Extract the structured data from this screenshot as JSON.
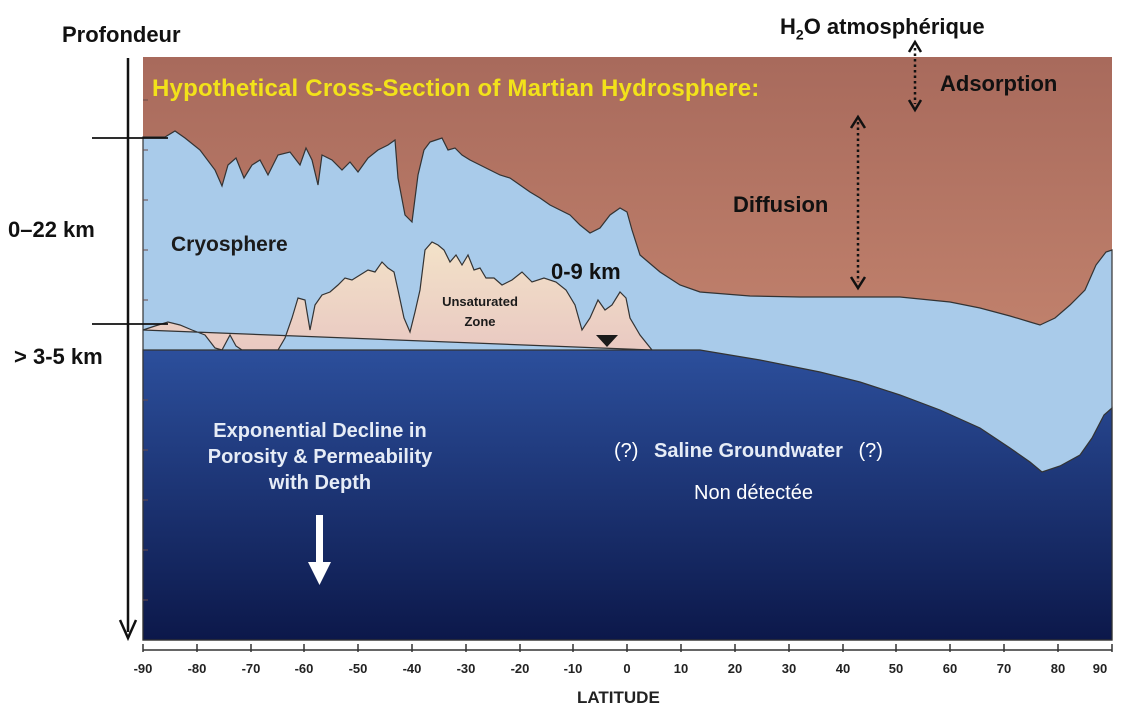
{
  "annotations": {
    "depth_label": "Profondeur",
    "depth_range_1": "0–22  km",
    "depth_range_2": "> 3-5 km",
    "atmospheric_water_prefix": "H",
    "atmospheric_water_subscript": "2",
    "atmospheric_water_suffix": "O atmosphérique",
    "adsorption": "Adsorption",
    "diffusion": "Diffusion",
    "local_depth": "0-9 km",
    "not_detected": "Non détectée"
  },
  "panel": {
    "title": "Hypothetical Cross-Section of Martian Hydrosphere:",
    "cryosphere": "Cryosphere",
    "unsaturated_zone_line1": "Unsaturated",
    "unsaturated_zone_line2": "Zone",
    "decline_line1": "Exponential Decline in",
    "decline_line2": "Porosity & Permeability",
    "decline_line3": "with Depth",
    "groundwater_q1": "(?)",
    "groundwater": "Saline Groundwater",
    "groundwater_q2": "(?)"
  },
  "axis": {
    "xlabel": "LATITUDE",
    "ticks": [
      "-90",
      "-80",
      "-70",
      "-60",
      "-50",
      "-40",
      "-30",
      "-20",
      "-10",
      "0",
      "10",
      "20",
      "30",
      "40",
      "50",
      "60",
      "70",
      "80",
      "90"
    ]
  },
  "colors": {
    "atmosphere_top": "#a86a5c",
    "atmosphere_bottom": "#d9957a",
    "cryosphere": "#a9cbea",
    "unsaturated": "#f2dcc4",
    "groundwater_top": "#2a4d9a",
    "groundwater_bottom": "#0d1a4c",
    "title": "#f2e21a"
  }
}
